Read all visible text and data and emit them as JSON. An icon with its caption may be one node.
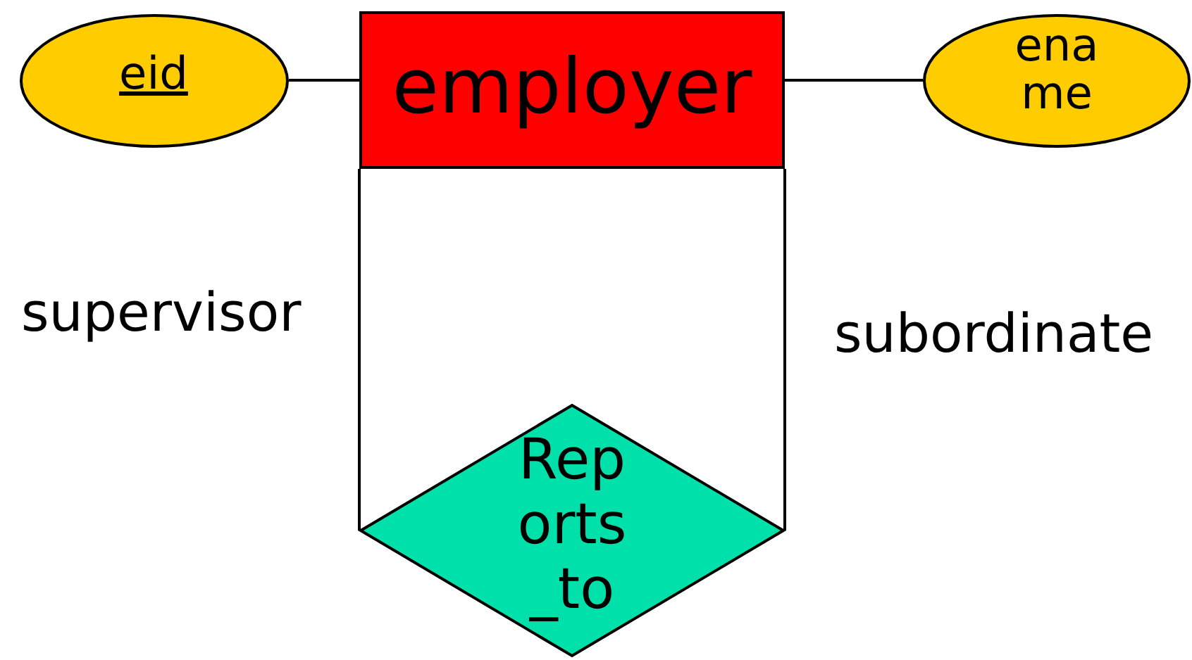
{
  "diagram": {
    "nodes": [
      {
        "text": [
          "eid"
        ]
      },
      {
        "text": [
          "employer"
        ]
      },
      {
        "text": [
          "ename"
        ]
      },
      {
        "text": [
          "Reports_to"
        ]
      }
    ],
    "edges": [
      {
        "from": 0,
        "to": 1,
        "arrow": "none"
      },
      {
        "from": 1,
        "to": 2,
        "arrow": "none"
      },
      {
        "from": 1,
        "to": 3,
        "arrow": "none",
        "label": "supervisor"
      },
      {
        "from": 1,
        "to": 3,
        "arrow": "none",
        "label": "subordinate"
      }
    ]
  }
}
